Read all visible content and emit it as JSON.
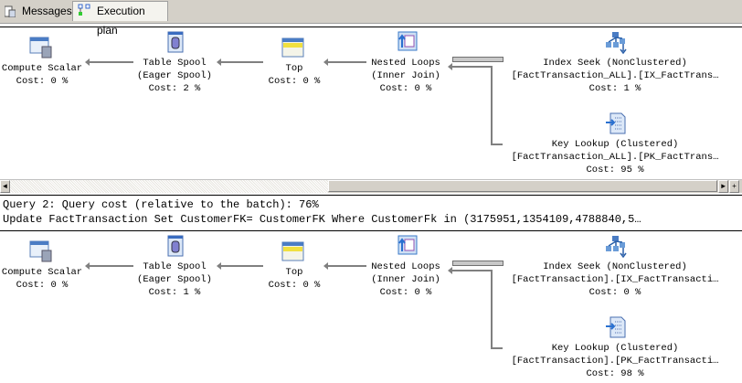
{
  "tabs": [
    {
      "label": "Messages"
    },
    {
      "label": "Execution plan"
    }
  ],
  "plans": [
    {
      "nodes": {
        "compute_scalar": {
          "line1": "Compute Scalar",
          "line2": "Cost: 0 %"
        },
        "table_spool": {
          "line1": "Table Spool",
          "line2": "(Eager Spool)",
          "line3": "Cost: 2 %"
        },
        "top": {
          "line1": "Top",
          "line2": "Cost: 0 %"
        },
        "nested_loops": {
          "line1": "Nested Loops",
          "line2": "(Inner Join)",
          "line3": "Cost: 0 %"
        },
        "index_seek": {
          "line1": "Index Seek (NonClustered)",
          "line2": "[FactTransaction_ALL].[IX_FactTrans…",
          "line3": "Cost: 1 %"
        },
        "key_lookup": {
          "line1": "Key Lookup (Clustered)",
          "line2": "[FactTransaction_ALL].[PK_FactTrans…",
          "line3": "Cost: 95 %"
        }
      }
    },
    {
      "nodes": {
        "compute_scalar": {
          "line1": "Compute Scalar",
          "line2": "Cost: 0 %"
        },
        "table_spool": {
          "line1": "Table Spool",
          "line2": "(Eager Spool)",
          "line3": "Cost: 1 %"
        },
        "top": {
          "line1": "Top",
          "line2": "Cost: 0 %"
        },
        "nested_loops": {
          "line1": "Nested Loops",
          "line2": "(Inner Join)",
          "line3": "Cost: 0 %"
        },
        "index_seek": {
          "line1": "Index Seek (NonClustered)",
          "line2": "[FactTransaction].[IX_FactTransacti…",
          "line3": "Cost: 0 %"
        },
        "key_lookup": {
          "line1": "Key Lookup (Clustered)",
          "line2": "[FactTransaction].[PK_FactTransacti…",
          "line3": "Cost: 98 %"
        }
      }
    }
  ],
  "query2": {
    "header": "Query 2: Query cost (relative to the batch): 76%",
    "sql": "Update FactTransaction Set CustomerFK= CustomerFK Where CustomerFk in (3175951,1354109,4788840,5…"
  },
  "scrollbar": {
    "left_arrow": "◄",
    "right_arrow": "►",
    "plus": "+"
  }
}
